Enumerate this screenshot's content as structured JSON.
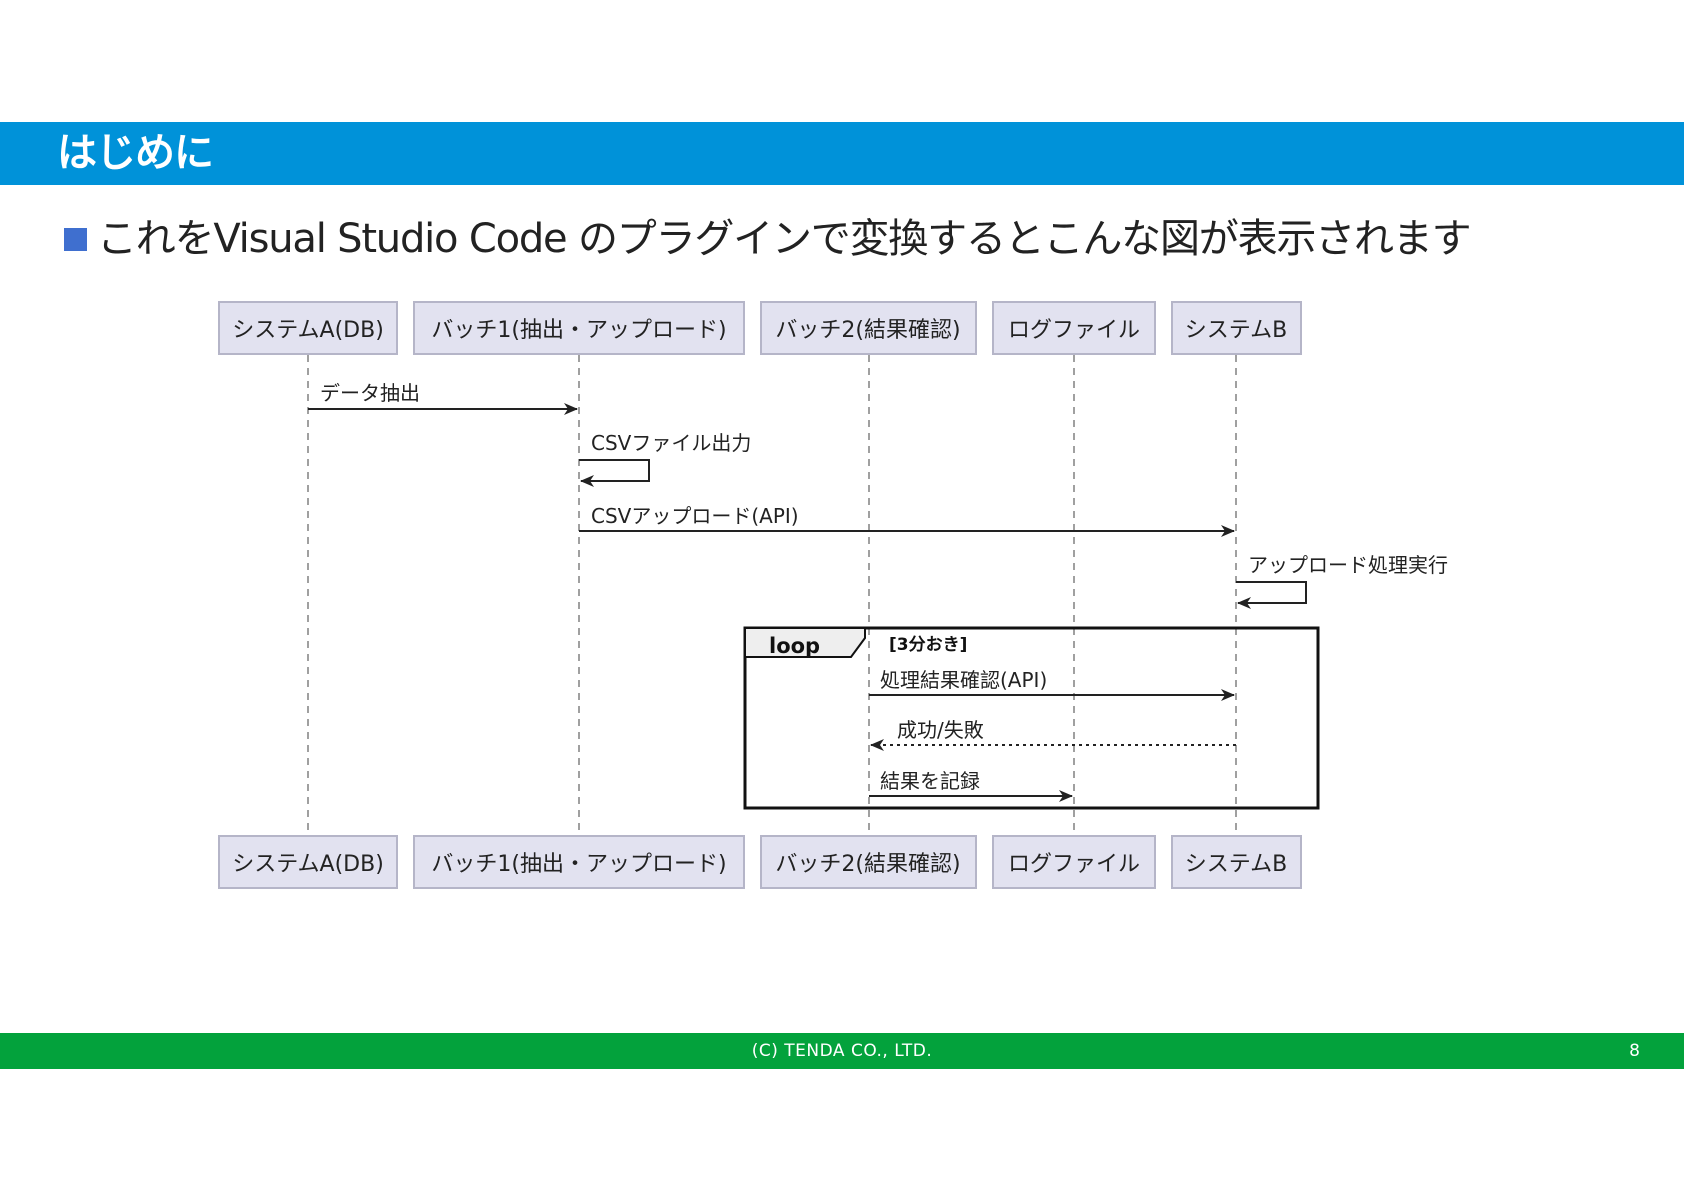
{
  "header": {
    "title": "はじめに"
  },
  "bullet": {
    "text": "これをVisual Studio Code のプラグインで変換するとこんな図が表示されます"
  },
  "diagram": {
    "participants": [
      {
        "id": "sysA",
        "label": "システムA(DB)"
      },
      {
        "id": "batch1",
        "label": "バッチ1(抽出・アップロード)"
      },
      {
        "id": "batch2",
        "label": "バッチ2(結果確認)"
      },
      {
        "id": "log",
        "label": "ログファイル"
      },
      {
        "id": "sysB",
        "label": "システムB"
      }
    ],
    "messages": [
      {
        "from": "sysA",
        "to": "batch1",
        "label": "データ抽出",
        "style": "solid"
      },
      {
        "from": "batch1",
        "to": "batch1",
        "label": "CSVファイル出力",
        "style": "self"
      },
      {
        "from": "batch1",
        "to": "sysB",
        "label": "CSVアップロード(API)",
        "style": "solid"
      },
      {
        "from": "sysB",
        "to": "sysB",
        "label": "アップロード処理実行",
        "style": "self"
      },
      {
        "from": "batch2",
        "to": "sysB",
        "label": "処理結果確認(API)",
        "style": "solid"
      },
      {
        "from": "sysB",
        "to": "batch2",
        "label": "成功/失敗",
        "style": "dotted"
      },
      {
        "from": "batch2",
        "to": "log",
        "label": "結果を記録",
        "style": "solid"
      }
    ],
    "loop": {
      "keyword": "loop",
      "condition": "[3分おき]"
    }
  },
  "footer": {
    "copyright": "(C) TENDA CO., LTD.",
    "page_number": "8"
  },
  "colors": {
    "header_bg": "#0092d9",
    "footer_bg": "#03a23c",
    "bullet": "#3f6fcf",
    "participant_fill": "#e2e2f0",
    "participant_border": "#b5b5c8"
  }
}
